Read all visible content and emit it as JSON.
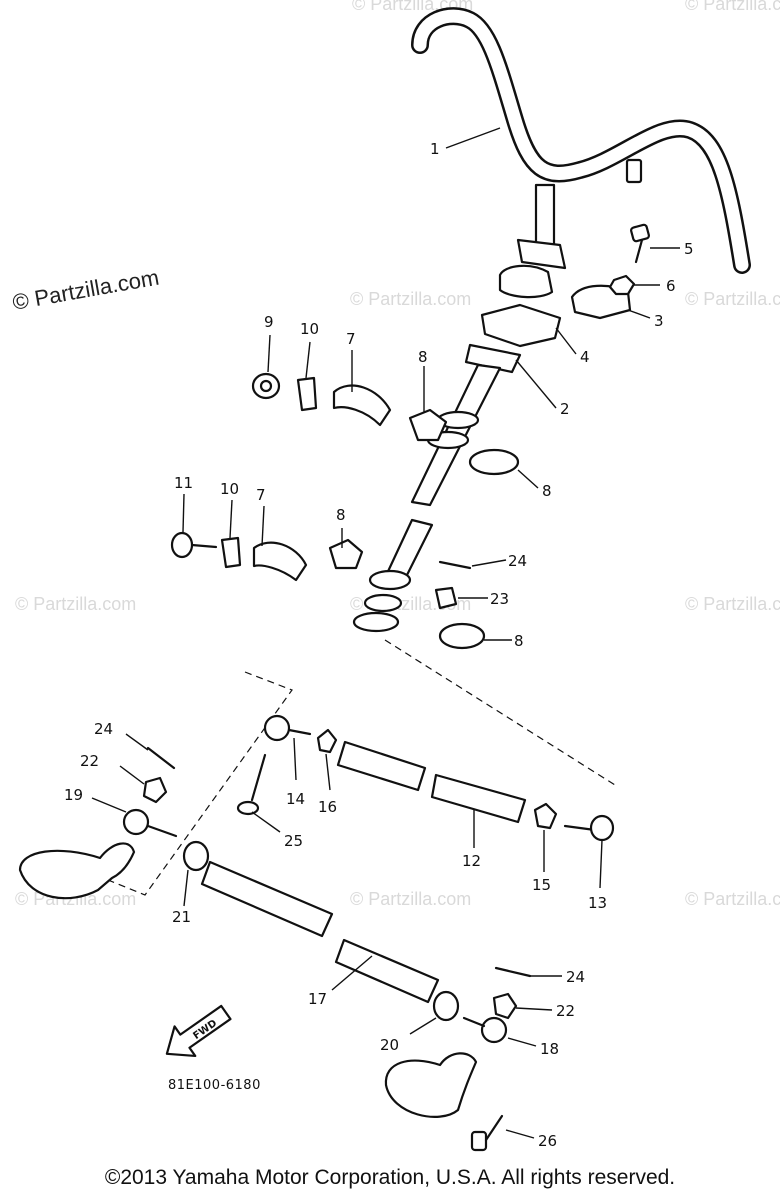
{
  "watermark": {
    "main": "© Partzilla.com",
    "faint": "© Partzilla.com"
  },
  "diagram_code": "81E100-6180",
  "fwd_label": "FWD",
  "copyright": "©2013 Yamaha Motor Corporation, U.S.A. All rights reserved.",
  "callouts": [
    "1",
    "5",
    "6",
    "3",
    "4",
    "2",
    "9",
    "10",
    "7",
    "8",
    "8",
    "11",
    "10",
    "7",
    "8",
    "24",
    "23",
    "8",
    "24",
    "22",
    "19",
    "14",
    "16",
    "25",
    "12",
    "15",
    "13",
    "21",
    "17",
    "24",
    "22",
    "20",
    "18",
    "26"
  ]
}
